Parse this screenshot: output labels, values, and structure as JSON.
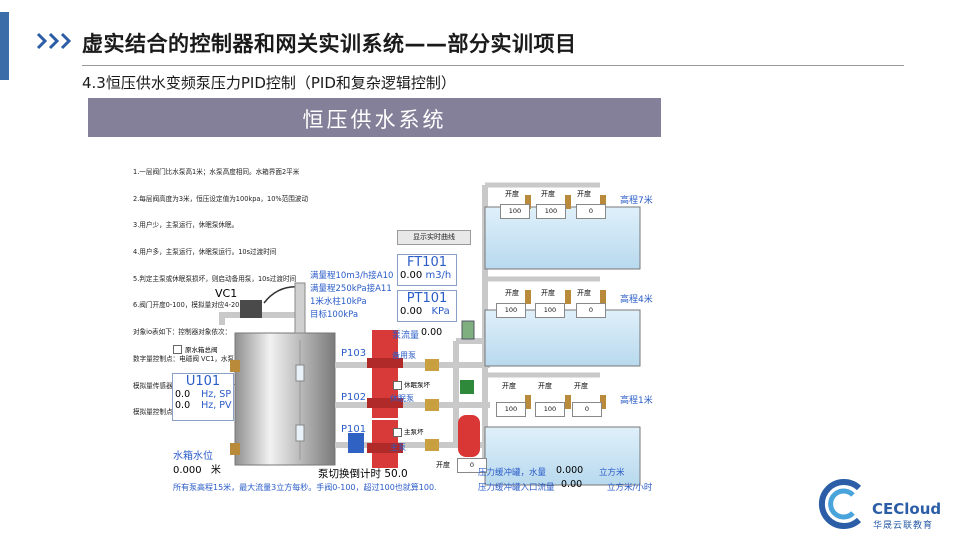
{
  "slide": {
    "title": "虚实结合的控制器和网关实训系统——部分实训项目",
    "subtitle": "4.3恒压供水变频泵压力PID控制（PID和复杂逻辑控制）"
  },
  "hmi": {
    "banner_title": "恒压供水系统",
    "instructions": [
      "1.一层阀门比水泵高1米；水泵高度相同。水箱界面2平米",
      "2.每层阀高度为3米，恒压设定值为100kpa，10%范围波动",
      "3.用户少，主泵运行，休眠泵休眠。",
      "4.用户多，主泵运行，休眠泵运行。10s过渡时间",
      "5.判定主泵或休眠泵损坏，则启动备用泵，10s过渡时间",
      "6.阀门开度0-100，模拟量对应4-20mA",
      "对象io表如下：控制器对象依次：",
      "数字量控制点：电磁阀 VC1，水泵P101，P102，P103",
      "模拟量传感器：FT101(满量程10m3/h)；FT101(满量程250kPa)",
      "模拟量控制点：U101"
    ],
    "show_curve_button": "显示实时曲线",
    "ft101": {
      "name": "FT101",
      "value": "0.00",
      "unit": "m3/h"
    },
    "pt101": {
      "name": "PT101",
      "value": "0.00",
      "unit": "KPa"
    },
    "notes": [
      "满量程10m3/h接A10",
      "满量程250kPa接A11",
      "1米水柱10kPa",
      "目标100kPa"
    ],
    "vc1_label": "VC1",
    "raw_water_fault": "原水箱总阀",
    "u101": {
      "name": "U101",
      "sp_value": "0.0",
      "sp_unit": "Hz, SP",
      "pv_value": "0.0",
      "pv_unit": "Hz, PV"
    },
    "tank_level_label": "水箱水位",
    "tank_level_value": "0.000",
    "tank_level_unit": "米",
    "pump_flow_label": "泵流量",
    "pump_flow_value": "0.00",
    "p103": "P103",
    "p102": "P102",
    "p101": "P101",
    "standby_pump": "备用泵",
    "sleep_pump": "休眠泵",
    "main_pump": "主泵",
    "sleep_pump_fault": "休眠泵坏",
    "main_pump_fault": "主泵坏",
    "switch_countdown_label": "泵切换倒计时",
    "switch_countdown_value": "50.0",
    "opening_label": "开度",
    "opening_bottom_value": "0",
    "buffer_tank_label": "压力缓冲罐，水量",
    "buffer_tank_value": "0.000",
    "buffer_tank_unit": "立方米",
    "buffer_inlet_label": "压力缓冲罐入口流量",
    "buffer_inlet_value": "0.00",
    "buffer_inlet_unit": "立方米/小时",
    "floors": [
      {
        "label": "高程7米",
        "valves": [
          {
            "label": "开度",
            "value": "100"
          },
          {
            "label": "开度",
            "value": "100"
          },
          {
            "label": "开度",
            "value": "0"
          }
        ]
      },
      {
        "label": "高程4米",
        "valves": [
          {
            "label": "开度",
            "value": "100"
          },
          {
            "label": "开度",
            "value": "100"
          },
          {
            "label": "开度",
            "value": "0"
          }
        ]
      },
      {
        "label": "高程1米",
        "valves": [
          {
            "label": "开度",
            "value": "100"
          },
          {
            "label": "开度",
            "value": "100"
          },
          {
            "label": "开度",
            "value": "0"
          }
        ]
      }
    ],
    "footer_note": "所有泵高程15米，最大流量3立方每秒。手阀0-100，超过100也就算100."
  },
  "brand": {
    "name": "CECloud",
    "sub": "华晟云联教育"
  },
  "colors": {
    "accent_bar": "#3b6ea8",
    "banner": "#85809a",
    "hmi_blue": "#2a5cc8",
    "pump_red": "#d83a3a",
    "water": "#cfe6f3"
  }
}
